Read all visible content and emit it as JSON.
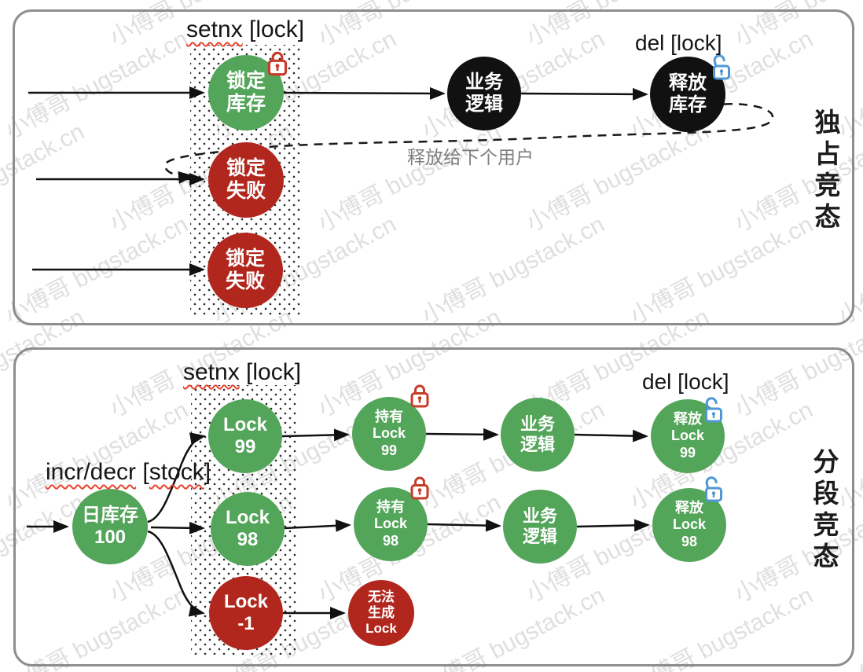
{
  "watermark": {
    "text": "小傅哥 bugstack.cn"
  },
  "colors": {
    "node_green": "#53a55a",
    "node_red": "#b1271e",
    "node_black": "#111111",
    "lock_closed_red": "#c83b28",
    "lock_open_blue": "#4f97d8",
    "note_gray": "#7f7f7f",
    "spellcheck_wavy_red": "#e8442e",
    "panel_border_gray": "#8e8e8e"
  },
  "panel1": {
    "side_label": "独占竞态",
    "setnx_word": "setnx",
    "setnx_rest": " [lock]",
    "del_label": "del [lock]",
    "note": "释放给下个用户",
    "nodes": {
      "lock_stock": "锁定\n库存",
      "biz_logic": "业务\n逻辑",
      "release_stock": "释放\n库存",
      "lock_fail_1": "锁定\n失败",
      "lock_fail_2": "锁定\n失败"
    }
  },
  "panel2": {
    "side_label": "分段竞态",
    "setnx_word": "setnx",
    "setnx_rest": " [lock]",
    "incr_word": "incr/decr",
    "incr_mid": " [",
    "incr_stock": "stock",
    "incr_end": "]",
    "del_label": "del [lock]",
    "nodes": {
      "daily_stock": "日库存\n100",
      "lock_99": "Lock\n99",
      "lock_98": "Lock\n98",
      "lock_neg1": "Lock\n-1",
      "hold_99": "持有\nLock\n99",
      "hold_98": "持有\nLock\n98",
      "biz_logic_1": "业务\n逻辑",
      "biz_logic_2": "业务\n逻辑",
      "release_99": "释放\nLock\n99",
      "release_98": "释放\nLock\n98",
      "cannot_generate": "无法\n生成\nLock"
    }
  }
}
